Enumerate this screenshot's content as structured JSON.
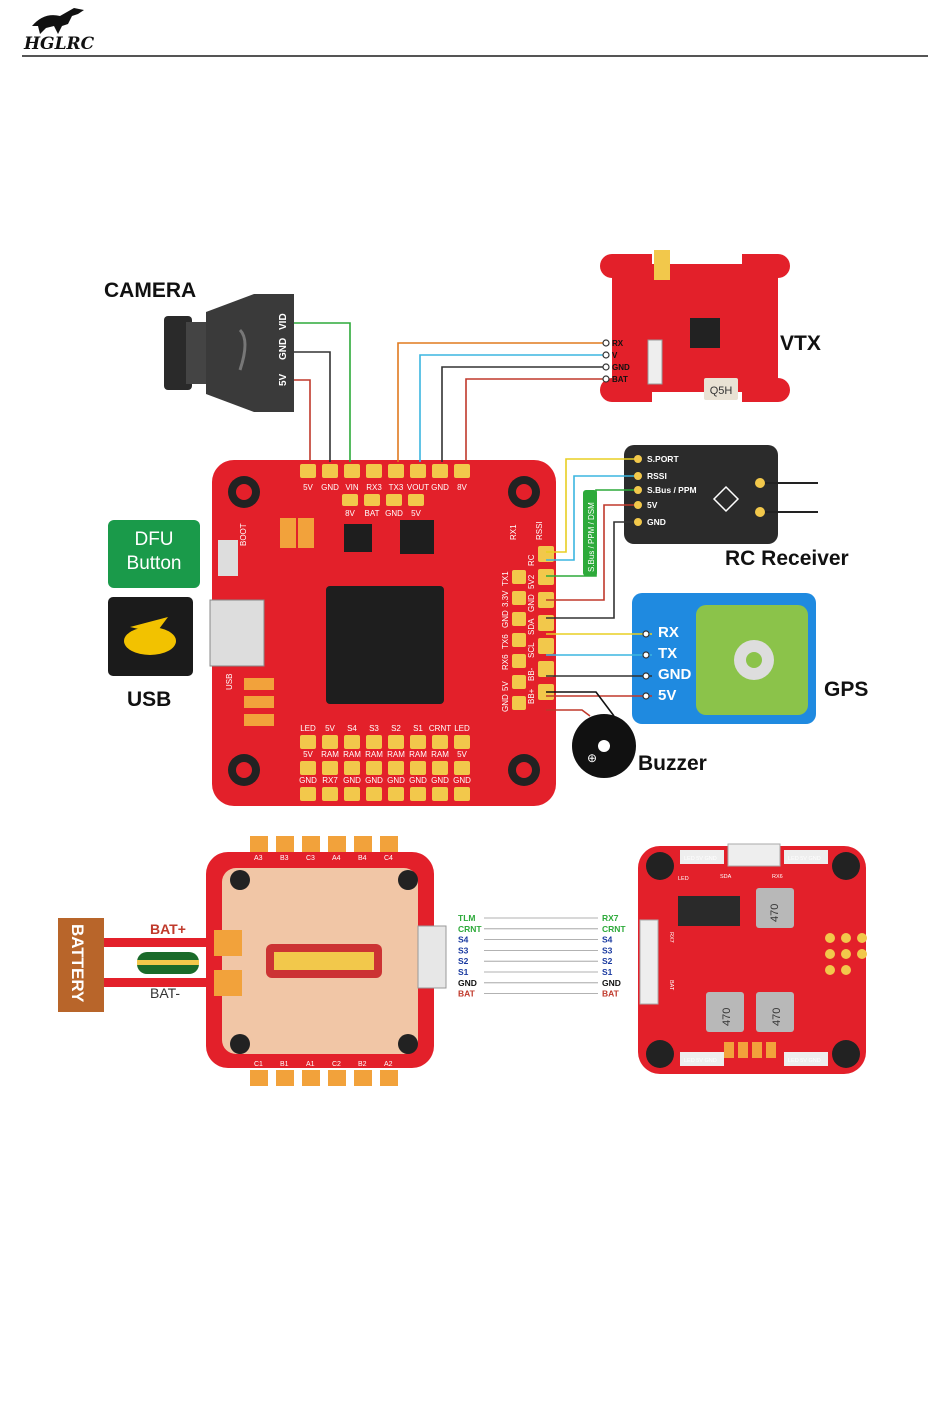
{
  "header": {
    "brand": "HGLRC"
  },
  "labels": {
    "camera": "CAMERA",
    "vtx": "VTX",
    "rc_receiver": "RC Receiver",
    "gps": "GPS",
    "usb": "USB",
    "buzzer": "Buzzer",
    "dfu_line1": "DFU",
    "dfu_line2": "Button",
    "battery": "BATTERY",
    "bat_plus": "BAT+",
    "bat_minus": "BAT-"
  },
  "camera_pins": [
    "VID",
    "GND",
    "5V"
  ],
  "vtx_pins": [
    "RX",
    "V",
    "GND",
    "BAT"
  ],
  "vtx_chip": "Q5H",
  "rc_pins": [
    "S.PORT",
    "RSSI",
    "S.Bus / PPM",
    "5V",
    "GND"
  ],
  "sbus_tag": "S.Bus / PPM / DSM",
  "gps_pins": [
    "RX",
    "TX",
    "GND",
    "5V"
  ],
  "fc": {
    "top_pins": [
      "5V",
      "GND",
      "VIN",
      "RX3",
      "TX3",
      "VOUT",
      "GND",
      "8V"
    ],
    "top_row2": [
      "8V",
      "BAT",
      "GND",
      "5V"
    ],
    "boot": "BOOT",
    "usb": "USB",
    "rx1": "RX1",
    "rssi": "RSSI",
    "right_inner": [
      "TX1",
      "3.3V",
      "GND",
      "TX6",
      "RX6",
      "5V",
      "GND"
    ],
    "right_outer": [
      "RC",
      "5V2",
      "GND",
      "SDA",
      "SCL",
      "BB-",
      "BB+"
    ],
    "bottom_row1": [
      "LED",
      "5V",
      "S4",
      "S3",
      "S2",
      "S1",
      "CRNT",
      "LED"
    ],
    "bottom_row2": [
      "5V",
      "RAM",
      "RAM",
      "RAM",
      "RAM",
      "RAM",
      "RAM",
      "5V"
    ],
    "bottom_row3": [
      "GND",
      "RX7",
      "GND",
      "GND",
      "GND",
      "GND",
      "GND",
      "GND"
    ]
  },
  "esc": {
    "top_pads": [
      "A3",
      "B3",
      "C3",
      "A4",
      "B4",
      "C4"
    ],
    "bottom_pads": [
      "C1",
      "B1",
      "A1",
      "C2",
      "B2",
      "A2"
    ],
    "left_signals": [
      "TLM",
      "CRNT",
      "S4",
      "S3",
      "S2",
      "S1",
      "GND",
      "BAT"
    ],
    "right_signals": [
      "RX7",
      "CRNT",
      "S4",
      "S3",
      "S2",
      "S1",
      "GND",
      "BAT"
    ]
  },
  "fc_bottom": {
    "top_left": "LED 5V GND",
    "top_right": "LED 5V GND",
    "sda": "SDA",
    "rx6": "RX6",
    "led": "LED",
    "rx7": "RX7",
    "bat": "BAT",
    "bottom_left": "LED 5V GND",
    "bottom_right": "LED 5V GND",
    "inductor": "470"
  },
  "colors": {
    "board": "#e3202a",
    "gold": "#f2c84b",
    "wire_orange": "#e07a1f",
    "wire_cyan": "#3bb6e0",
    "wire_green": "#2daa3a",
    "wire_yellow": "#e8cf23",
    "wire_dark": "#333333",
    "wire_red": "#c0392b",
    "gps_blue": "#1f8ae0",
    "gps_green": "#8bc34a"
  }
}
